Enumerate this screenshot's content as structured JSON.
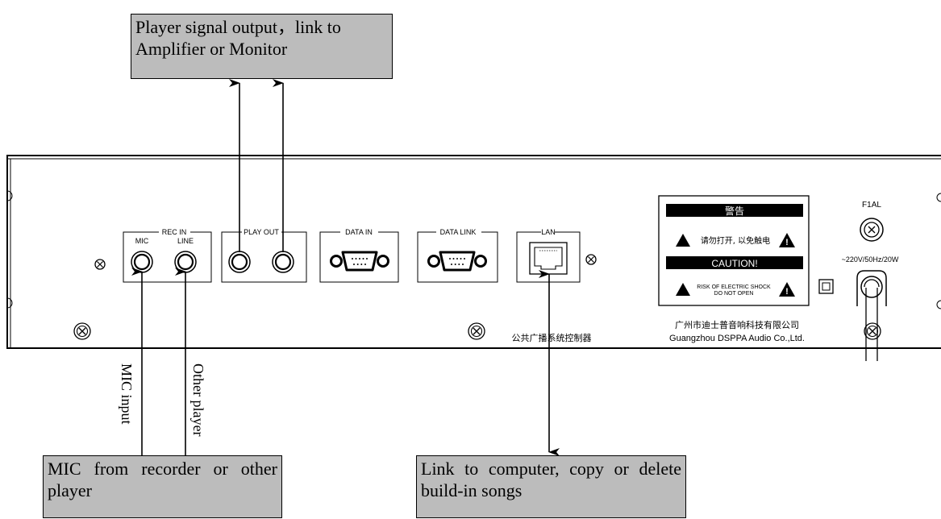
{
  "callouts": {
    "top": "Player signal output，link to Amplifier or Monitor",
    "bottom_left": "MIC from recorder or other player",
    "bottom_right": "Link to computer, copy or delete build-in songs"
  },
  "side_labels": {
    "mic_input": "MIC input",
    "other_player": "Other player"
  },
  "panel": {
    "rec_in": "REC IN",
    "mic": "MIC",
    "line": "LINE",
    "play_out": "PLAY OUT",
    "data_in": "DATA IN",
    "data_link": "DATA LINK",
    "lan": "LAN",
    "warning_cn_title": "警告",
    "warning_cn_text": "请勿打开, 以免触电",
    "caution_title": "CAUTION!",
    "caution_line1": "RISK OF ELECTRIC SHOCK",
    "caution_line2": "DO NOT OPEN",
    "fuse_label": "F1AL",
    "power_rating": "~220V/50Hz/20W",
    "product_cn": "公共广播系统控制器",
    "company_cn": "广州市迪士普音响科技有限公司",
    "company_en": "Guangzhou DSPPA Audio Co.,Ltd."
  }
}
